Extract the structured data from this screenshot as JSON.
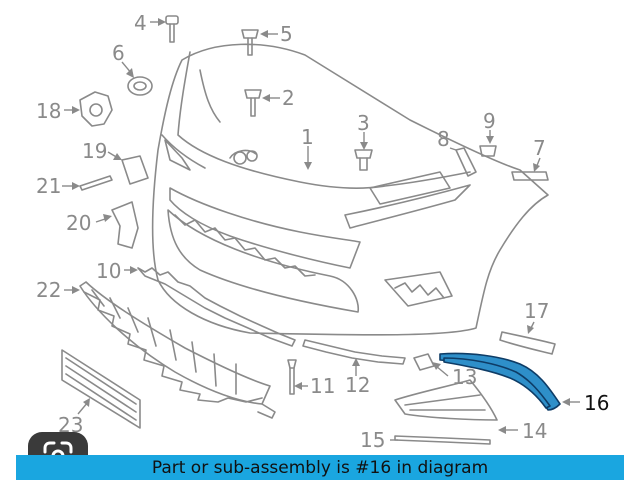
{
  "diagram": {
    "callouts": [
      {
        "id": "1",
        "label": "1",
        "highlighted": false
      },
      {
        "id": "2",
        "label": "2",
        "highlighted": false
      },
      {
        "id": "3",
        "label": "3",
        "highlighted": false
      },
      {
        "id": "4",
        "label": "4",
        "highlighted": false
      },
      {
        "id": "5",
        "label": "5",
        "highlighted": false
      },
      {
        "id": "6",
        "label": "6",
        "highlighted": false
      },
      {
        "id": "7",
        "label": "7",
        "highlighted": false
      },
      {
        "id": "8",
        "label": "8",
        "highlighted": false
      },
      {
        "id": "9",
        "label": "9",
        "highlighted": false
      },
      {
        "id": "10",
        "label": "10",
        "highlighted": false
      },
      {
        "id": "11",
        "label": "11",
        "highlighted": false
      },
      {
        "id": "12",
        "label": "12",
        "highlighted": false
      },
      {
        "id": "13",
        "label": "13",
        "highlighted": false
      },
      {
        "id": "14",
        "label": "14",
        "highlighted": false
      },
      {
        "id": "15",
        "label": "15",
        "highlighted": false
      },
      {
        "id": "16",
        "label": "16",
        "highlighted": true
      },
      {
        "id": "17",
        "label": "17",
        "highlighted": false
      },
      {
        "id": "18",
        "label": "18",
        "highlighted": false
      },
      {
        "id": "19",
        "label": "19",
        "highlighted": false
      },
      {
        "id": "20",
        "label": "20",
        "highlighted": false
      },
      {
        "id": "21",
        "label": "21",
        "highlighted": false
      },
      {
        "id": "22",
        "label": "22",
        "highlighted": false
      },
      {
        "id": "23",
        "label": "23",
        "highlighted": false
      }
    ]
  },
  "caption": {
    "text": "Part or sub-assembly is #16 in diagram"
  },
  "badge": {
    "icon": "google-lens-icon"
  },
  "colors": {
    "line_art": "#8a8a8a",
    "highlight_part": "#2e8fc9",
    "highlight_outline": "#0e3c66",
    "caption_bar": "#1aa6e0",
    "caption_text": "#111111",
    "badge_bg": "#3a3a3a"
  }
}
